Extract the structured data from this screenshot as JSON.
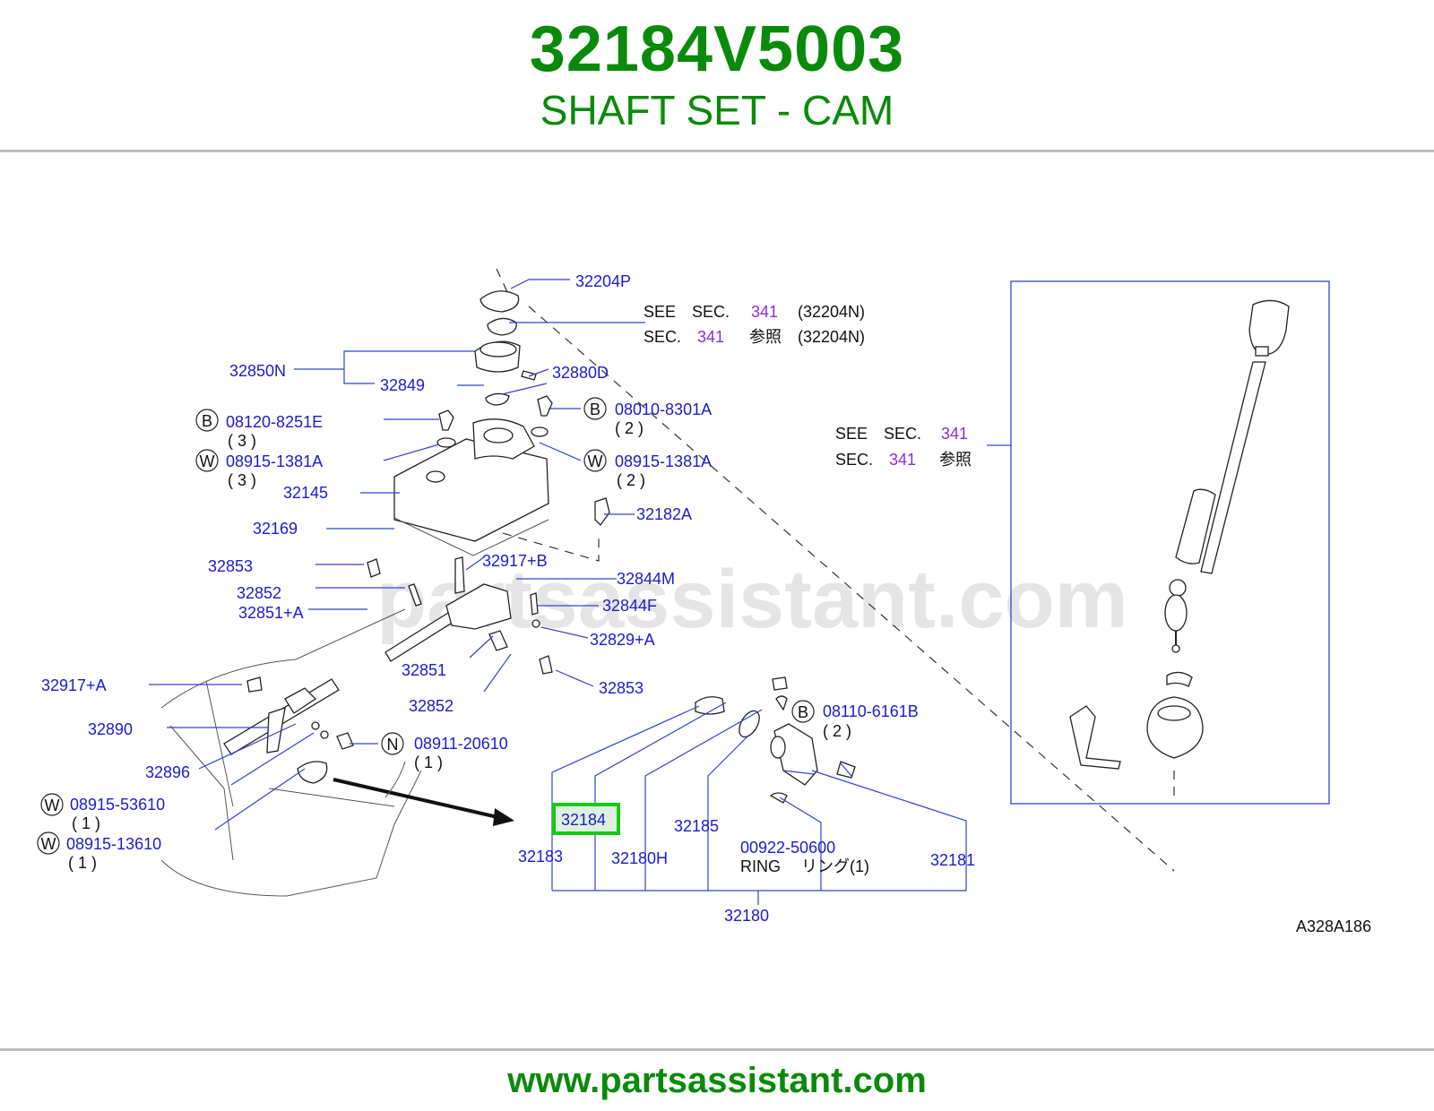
{
  "header": {
    "part_number": "32184V5003",
    "part_name": "SHAFT SET - CAM"
  },
  "footer": {
    "url": "www.partsassistant.com"
  },
  "watermark": "partsassistant.com",
  "diagram_code": "A328A186",
  "colors": {
    "brand_green": "#0a8a0a",
    "part_label_blue": "#1b1bd0",
    "section_purple": "#8a2be2",
    "highlight_green": "#11cc11"
  },
  "see_section_top": {
    "line1_see": "SEE",
    "line1_sec": "SEC.",
    "line1_num": "341",
    "line1_ref": "(32204N)",
    "line2_sec": "SEC.",
    "line2_num": "341",
    "line2_jp": "参照",
    "line2_ref": "(32204N)"
  },
  "see_section_right": {
    "line1_see": "SEE",
    "line1_sec": "SEC.",
    "line1_num": "341",
    "line2_sec": "SEC.",
    "line2_num": "341",
    "line2_jp": "参照"
  },
  "labels": {
    "p32204P": "32204P",
    "p32850N": "32850N",
    "p32849": "32849",
    "p32880D": "32880D",
    "p08120": "08120-8251E",
    "q3a": "( 3 )",
    "p08915a": "08915-1381A",
    "q3b": "( 3 )",
    "p08010": "08010-8301A",
    "q2a": "( 2 )",
    "p08915b": "08915-1381A",
    "q2b": "( 2 )",
    "p32145": "32145",
    "p32169": "32169",
    "p32182A": "32182A",
    "p32853a": "32853",
    "p32917B": "32917+B",
    "p32844M": "32844M",
    "p32852a": "32852",
    "p32844F": "32844F",
    "p32851A": "32851+A",
    "p32829A": "32829+A",
    "p32851": "32851",
    "p32853b": "32853",
    "p32852b": "32852",
    "p32917A": "32917+A",
    "p32890": "32890",
    "p32896": "32896",
    "p08911": "08911-20610",
    "q1a": "( 1 )",
    "p08915c": "08915-53610",
    "q1b": "( 1 )",
    "p08915d": "08915-13610",
    "q1c": "( 1 )",
    "p08110": "08110-6161B",
    "q2c": "( 2 )",
    "p32184": "32184",
    "p32185": "32185",
    "p32183": "32183",
    "p32180H": "32180H",
    "p00922": "00922-50600",
    "ring_en": "RING",
    "ring_jp": "リング",
    "ring_qty": "(1)",
    "p32181": "32181",
    "p32180": "32180"
  },
  "badges": {
    "b": "B",
    "w": "W",
    "n": "N"
  }
}
